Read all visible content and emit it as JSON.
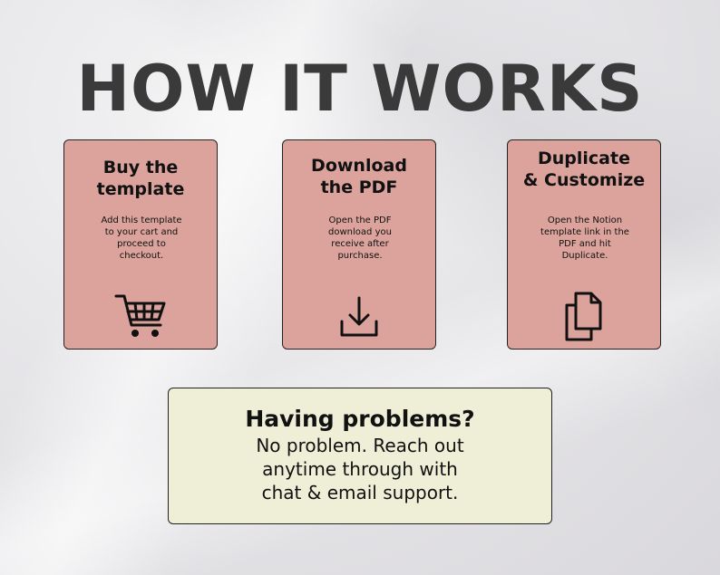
{
  "header": {
    "title": "HOW IT WORKS"
  },
  "steps": [
    {
      "title_lines": [
        "Buy the",
        "template"
      ],
      "text_lines": [
        "Add this template",
        "to your cart and",
        "proceed to",
        "checkout."
      ],
      "icon": "shopping-cart-icon"
    },
    {
      "title_lines": [
        "Download",
        "the PDF"
      ],
      "text_lines": [
        "Open the PDF",
        "download you",
        "receive after",
        "purchase."
      ],
      "icon": "download-icon"
    },
    {
      "title_lines": [
        "Duplicate",
        "& Customize"
      ],
      "text_lines": [
        "Open the Notion",
        "template link in the",
        "PDF and hit",
        "Duplicate."
      ],
      "icon": "duplicate-pages-icon"
    }
  ],
  "help": {
    "title": "Having problems?",
    "text_lines": [
      "No problem. Reach out",
      "anytime through with",
      "chat & email support."
    ]
  },
  "colors": {
    "card_background": "#dba39c",
    "help_background": "#efefd8",
    "title_text": "#3a3a3a"
  }
}
